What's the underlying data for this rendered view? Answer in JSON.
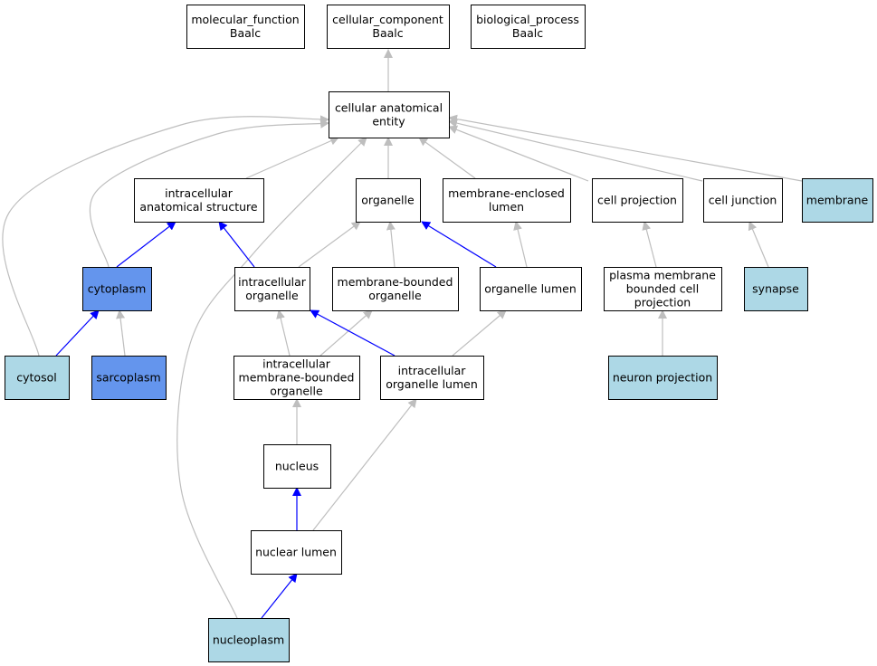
{
  "colors": {
    "white": "#ffffff",
    "light_blue": "#add8e6",
    "cornflower": "#6495ed",
    "edge_gray": "#bebebe",
    "edge_blue": "#0000ff"
  },
  "nodes": {
    "molecular_function": {
      "lines": [
        "molecular_function",
        "Baalc"
      ],
      "fill": "white"
    },
    "cellular_component": {
      "lines": [
        "cellular_component",
        "Baalc"
      ],
      "fill": "white"
    },
    "biological_process": {
      "lines": [
        "biological_process",
        "Baalc"
      ],
      "fill": "white"
    },
    "cellular_anatomical_entity": {
      "lines": [
        "cellular anatomical",
        "entity"
      ],
      "fill": "white"
    },
    "intracellular_anatomical_structure": {
      "lines": [
        "intracellular",
        "anatomical structure"
      ],
      "fill": "white"
    },
    "organelle": {
      "lines": [
        "organelle"
      ],
      "fill": "white"
    },
    "membrane_enclosed_lumen": {
      "lines": [
        "membrane-enclosed",
        "lumen"
      ],
      "fill": "white"
    },
    "cell_projection": {
      "lines": [
        "cell projection"
      ],
      "fill": "white"
    },
    "cell_junction": {
      "lines": [
        "cell junction"
      ],
      "fill": "white"
    },
    "membrane": {
      "lines": [
        "membrane"
      ],
      "fill": "light_blue"
    },
    "cytoplasm": {
      "lines": [
        "cytoplasm"
      ],
      "fill": "cornflower"
    },
    "intracellular_organelle": {
      "lines": [
        "intracellular",
        "organelle"
      ],
      "fill": "white"
    },
    "membrane_bounded_organelle": {
      "lines": [
        "membrane-bounded",
        "organelle"
      ],
      "fill": "white"
    },
    "organelle_lumen": {
      "lines": [
        "organelle lumen"
      ],
      "fill": "white"
    },
    "plasma_membrane_bounded_cell_projection": {
      "lines": [
        "plasma membrane",
        "bounded cell",
        "projection"
      ],
      "fill": "white"
    },
    "synapse": {
      "lines": [
        "synapse"
      ],
      "fill": "light_blue"
    },
    "cytosol": {
      "lines": [
        "cytosol"
      ],
      "fill": "light_blue"
    },
    "sarcoplasm": {
      "lines": [
        "sarcoplasm"
      ],
      "fill": "cornflower"
    },
    "intracellular_membrane_bounded_organelle": {
      "lines": [
        "intracellular",
        "membrane-bounded",
        "organelle"
      ],
      "fill": "white"
    },
    "intracellular_organelle_lumen": {
      "lines": [
        "intracellular",
        "organelle lumen"
      ],
      "fill": "white"
    },
    "neuron_projection": {
      "lines": [
        "neuron projection"
      ],
      "fill": "light_blue"
    },
    "nucleus": {
      "lines": [
        "nucleus"
      ],
      "fill": "white"
    },
    "nuclear_lumen": {
      "lines": [
        "nuclear lumen"
      ],
      "fill": "white"
    },
    "nucleoplasm": {
      "lines": [
        "nucleoplasm"
      ],
      "fill": "light_blue"
    }
  },
  "edges": [
    {
      "from": "cellular_anatomical_entity",
      "to": "cellular_component",
      "color": "edge_gray"
    },
    {
      "from": "intracellular_anatomical_structure",
      "to": "cellular_anatomical_entity",
      "color": "edge_gray"
    },
    {
      "from": "organelle",
      "to": "cellular_anatomical_entity",
      "color": "edge_gray"
    },
    {
      "from": "membrane_enclosed_lumen",
      "to": "cellular_anatomical_entity",
      "color": "edge_gray"
    },
    {
      "from": "cell_projection",
      "to": "cellular_anatomical_entity",
      "color": "edge_gray"
    },
    {
      "from": "cell_junction",
      "to": "cellular_anatomical_entity",
      "color": "edge_gray"
    },
    {
      "from": "membrane",
      "to": "cellular_anatomical_entity",
      "color": "edge_gray"
    },
    {
      "from": "cytoplasm",
      "to": "cellular_anatomical_entity",
      "color": "edge_gray"
    },
    {
      "from": "cytosol",
      "to": "cellular_anatomical_entity",
      "color": "edge_gray"
    },
    {
      "from": "nucleoplasm",
      "to": "cellular_anatomical_entity",
      "color": "edge_gray"
    },
    {
      "from": "cytoplasm",
      "to": "intracellular_anatomical_structure",
      "color": "edge_blue"
    },
    {
      "from": "intracellular_organelle",
      "to": "intracellular_anatomical_structure",
      "color": "edge_blue"
    },
    {
      "from": "intracellular_organelle",
      "to": "organelle",
      "color": "edge_gray"
    },
    {
      "from": "membrane_bounded_organelle",
      "to": "organelle",
      "color": "edge_gray"
    },
    {
      "from": "organelle_lumen",
      "to": "organelle",
      "color": "edge_blue"
    },
    {
      "from": "organelle_lumen",
      "to": "membrane_enclosed_lumen",
      "color": "edge_gray"
    },
    {
      "from": "plasma_membrane_bounded_cell_projection",
      "to": "cell_projection",
      "color": "edge_gray"
    },
    {
      "from": "synapse",
      "to": "cell_junction",
      "color": "edge_gray"
    },
    {
      "from": "cytosol",
      "to": "cytoplasm",
      "color": "edge_blue"
    },
    {
      "from": "sarcoplasm",
      "to": "cytoplasm",
      "color": "edge_gray"
    },
    {
      "from": "intracellular_membrane_bounded_organelle",
      "to": "intracellular_organelle",
      "color": "edge_gray"
    },
    {
      "from": "intracellular_membrane_bounded_organelle",
      "to": "membrane_bounded_organelle",
      "color": "edge_gray"
    },
    {
      "from": "intracellular_organelle_lumen",
      "to": "intracellular_organelle",
      "color": "edge_blue"
    },
    {
      "from": "intracellular_organelle_lumen",
      "to": "organelle_lumen",
      "color": "edge_gray"
    },
    {
      "from": "neuron_projection",
      "to": "plasma_membrane_bounded_cell_projection",
      "color": "edge_gray"
    },
    {
      "from": "nucleus",
      "to": "intracellular_membrane_bounded_organelle",
      "color": "edge_gray"
    },
    {
      "from": "nuclear_lumen",
      "to": "nucleus",
      "color": "edge_blue"
    },
    {
      "from": "nuclear_lumen",
      "to": "intracellular_organelle_lumen",
      "color": "edge_gray"
    },
    {
      "from": "nucleoplasm",
      "to": "nuclear_lumen",
      "color": "edge_blue"
    }
  ]
}
